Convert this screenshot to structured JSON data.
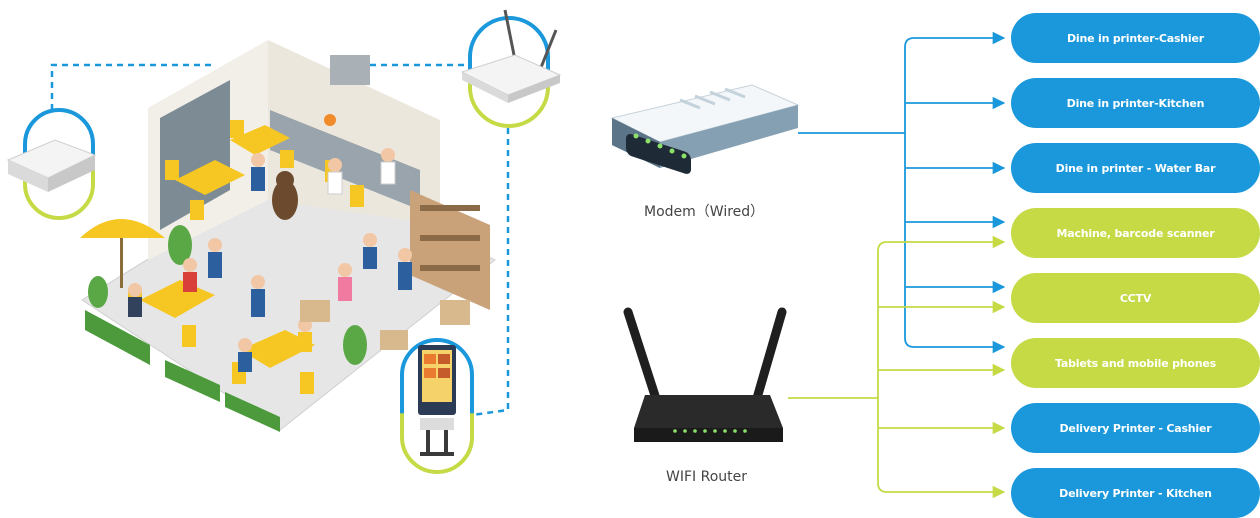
{
  "devices": {
    "modem_label": "Modem（Wired）",
    "router_label": "WIFI Router"
  },
  "targets": [
    {
      "label": "Dine in printer-Cashier",
      "color": "blue"
    },
    {
      "label": "Dine in printer-Kitchen",
      "color": "blue"
    },
    {
      "label": "Dine in printer - Water Bar",
      "color": "blue"
    },
    {
      "label": "Machine, barcode scanner",
      "color": "green"
    },
    {
      "label": "CCTV",
      "color": "green"
    },
    {
      "label": "Tablets and mobile phones",
      "color": "green"
    },
    {
      "label": "Delivery Printer - Cashier",
      "color": "blue"
    },
    {
      "label": "Delivery Printer - Kitchen",
      "color": "blue"
    }
  ],
  "colors": {
    "wired": "#1a98db",
    "wireless": "#c5da45"
  }
}
